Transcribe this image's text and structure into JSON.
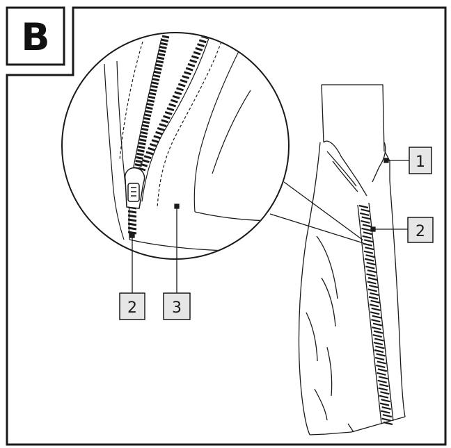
{
  "panel": {
    "letter": "B"
  },
  "callouts": {
    "jacket_upper": "1",
    "zipper_right": "2",
    "zipper_zoom": "2",
    "fabric_zoom": "3"
  },
  "colors": {
    "line": "#1a1a1a",
    "label_fill": "#e6e6e6",
    "background": "#ffffff"
  }
}
